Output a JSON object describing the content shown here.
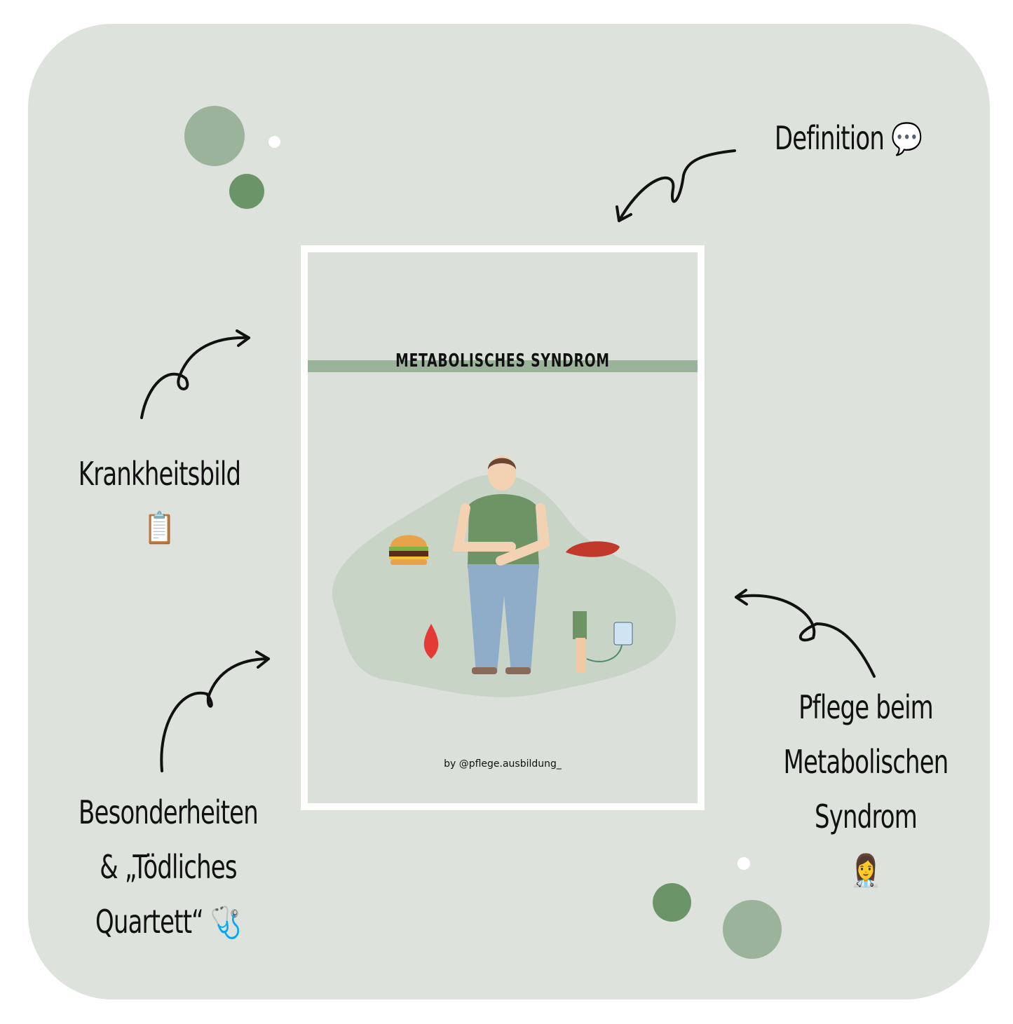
{
  "labels": {
    "definition": "Definition",
    "krankheitsbild": "Krankheitsbild",
    "besonderheiten": [
      "Besonderheiten",
      "& „Tödliches",
      "Quartett“"
    ],
    "pflege": [
      "Pflege beim",
      "Metabolischen",
      "Syndrom"
    ]
  },
  "icons": {
    "definition": "speech-bubble-icon",
    "krankheitsbild": "clipboard-icon",
    "besonderheiten": "stethoscope-icon",
    "pflege": "woman-health-worker-icon"
  },
  "document": {
    "title": "METABOLISCHES SYNDROM",
    "byline": "by @pflege.ausbildung_"
  },
  "colors": {
    "card": "#dde3dc",
    "light_green": "#9bb29b",
    "dark_green": "#6b9468",
    "blob": "#c8d4c6"
  }
}
